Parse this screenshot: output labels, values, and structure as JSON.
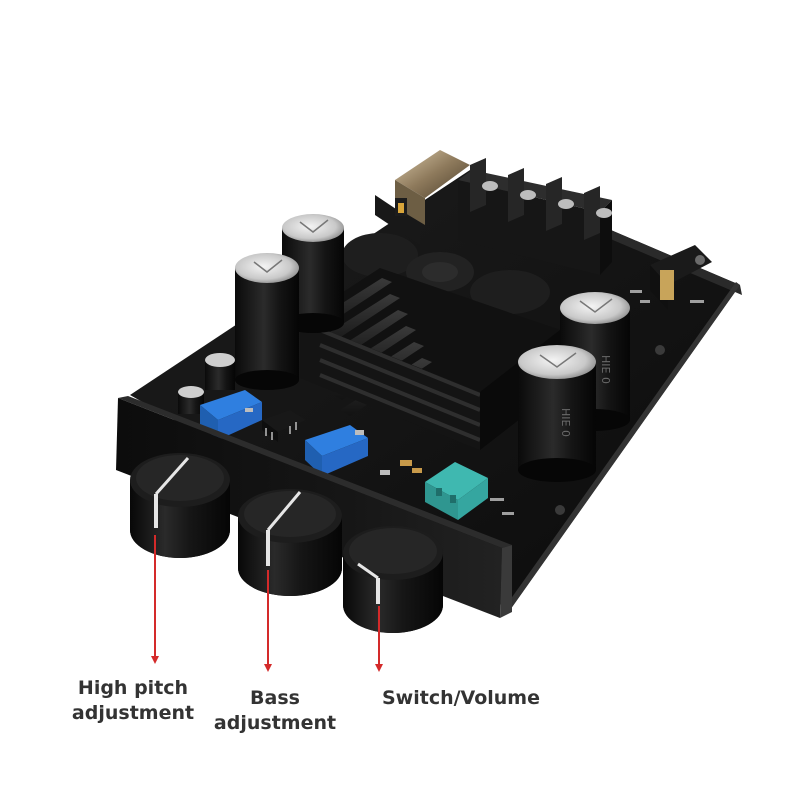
{
  "colors": {
    "board": "#131313",
    "board_edge": "#2a2a2a",
    "heatsink": "#1b1b1b",
    "knob": "#141414",
    "trimmer_blue": "#2f7fe0",
    "terminal_teal": "#3fb8b0",
    "arrow": "#d42a2a",
    "label_text": "#333333"
  },
  "callouts": {
    "high_pitch": {
      "line1": "High pitch",
      "line2": "adjustment"
    },
    "bass": {
      "line1": "Bass",
      "line2": "adjustment"
    },
    "volume": {
      "line1": "Switch/Volume"
    }
  }
}
